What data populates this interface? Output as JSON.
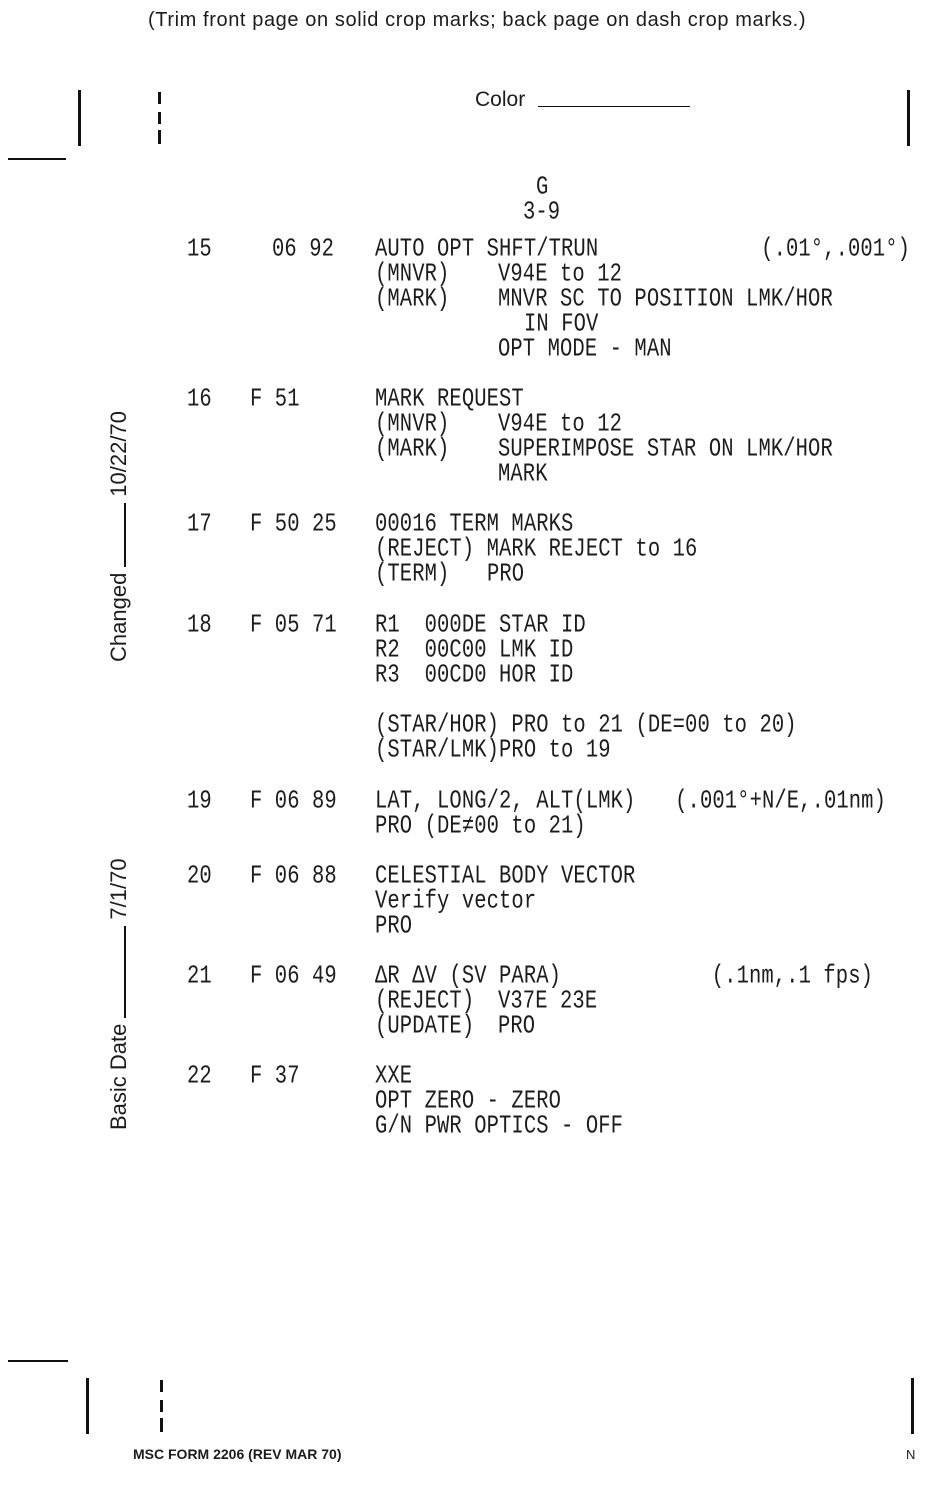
{
  "header": {
    "trim_note": "(Trim front page on solid crop marks; back page on dash crop marks.)",
    "color_label": "Color"
  },
  "section": {
    "letter": "G",
    "page": "3-9"
  },
  "side": {
    "changed_label": "Changed",
    "changed_date": "10/22/70",
    "basic_label": "Basic Date",
    "basic_date": "7/1/70"
  },
  "steps": [
    {
      "num": "15",
      "code": "06 92",
      "note": "(.01°,.001°)",
      "lines": [
        {
          "a": "AUTO OPT SHFT/TRUN"
        },
        {
          "a": "(MNVR)",
          "b": "V94E to 12"
        },
        {
          "a": "(MARK)",
          "b": "MNVR SC TO POSITION LMK/HOR"
        },
        {
          "c": "IN FOV"
        },
        {
          "b": "OPT MODE - MAN"
        }
      ]
    },
    {
      "num": "16",
      "code": "F 51",
      "lines": [
        {
          "a": "MARK REQUEST"
        },
        {
          "a": "(MNVR)",
          "b": "V94E to 12"
        },
        {
          "a": "(MARK)",
          "b": "SUPERIMPOSE STAR ON LMK/HOR"
        },
        {
          "b": "MARK"
        }
      ]
    },
    {
      "num": "17",
      "code": "F 50 25",
      "lines": [
        {
          "a": "00016 TERM MARKS"
        },
        {
          "a": "(REJECT) MARK REJECT to 16"
        },
        {
          "a": "(TERM)",
          "b2": "PRO"
        }
      ]
    },
    {
      "num": "18",
      "code": "F 05 71",
      "lines": [
        {
          "a": "R1  000DE STAR ID"
        },
        {
          "a": "R2  00C00 LMK ID"
        },
        {
          "a": "R3  00CD0 HOR ID"
        },
        {},
        {
          "a": "(STAR/HOR) PRO to 21 (DE=00 to 20)"
        },
        {
          "a": "(STAR/LMK)PRO to 19"
        }
      ]
    },
    {
      "num": "19",
      "code": "F 06 89",
      "note": "(.001°+N/E,.01nm)",
      "lines": [
        {
          "a": "LAT, LONG/2, ALT(LMK)"
        },
        {
          "a": "PRO (DE≠00 to 21)"
        }
      ]
    },
    {
      "num": "20",
      "code": "F 06 88",
      "lines": [
        {
          "a": "CELESTIAL BODY VECTOR"
        },
        {
          "a": "Verify vector"
        },
        {
          "a": "PRO"
        }
      ]
    },
    {
      "num": "21",
      "code": "F 06 49",
      "note": "(.1nm,.1 fps)",
      "lines": [
        {
          "a": "ΔR ΔV (SV PARA)"
        },
        {
          "a": "(REJECT)",
          "b": "V37E 23E"
        },
        {
          "a": "(UPDATE)",
          "b": "PRO"
        }
      ]
    },
    {
      "num": "22",
      "code": "F 37",
      "lines": [
        {
          "a": "XXE"
        },
        {
          "a": "OPT ZERO - ZERO"
        },
        {
          "a": "G/N PWR OPTICS - OFF"
        }
      ]
    }
  ],
  "footer": {
    "form": "MSC FORM 2206 (REV MAR 70)",
    "corner": "N"
  }
}
